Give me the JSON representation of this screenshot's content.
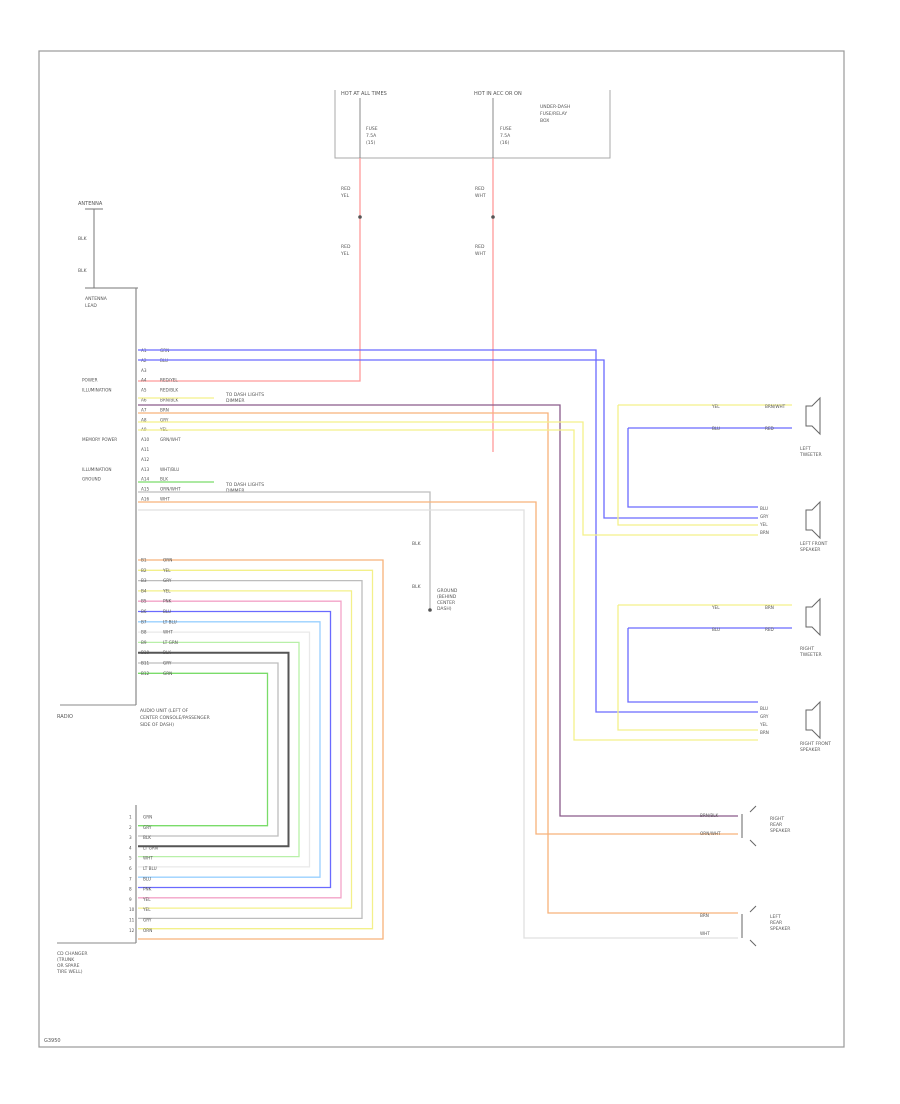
{
  "fuses": [
    {
      "id": "fuse-left",
      "title": "HOT AT ALL TIMES",
      "lines": [
        "FUSE",
        "7.5A",
        "(15)"
      ]
    },
    {
      "id": "fuse-right",
      "title": "HOT IN ACC OR ON",
      "lines": [
        "FUSE",
        "7.5A",
        "(16)"
      ],
      "note": [
        "UNDER-DASH",
        "FUSE/RELAY",
        "BOX"
      ]
    }
  ],
  "fuse_wire_labels": {
    "left_top": [
      "RED",
      "YEL"
    ],
    "left_bottom": [
      "RED",
      "YEL"
    ],
    "right_top": [
      "RED",
      "WHT"
    ],
    "right_bottom": [
      "RED",
      "WHT"
    ]
  },
  "antenna": {
    "title": "ANTENNA",
    "wire1": "BLK",
    "wire2": "BLK",
    "label": [
      "ANTENNA",
      "LEAD"
    ]
  },
  "radio_pins": [
    {
      "pin": "A1",
      "wire": "GRN",
      "func": ""
    },
    {
      "pin": "A2",
      "wire": "BLU",
      "func": ""
    },
    {
      "pin": "A3",
      "wire": "",
      "func": ""
    },
    {
      "pin": "A4",
      "wire": "RED/YEL",
      "func": "POWER"
    },
    {
      "pin": "A5",
      "wire": "RED/BLK",
      "func": "ILLUMINATION"
    },
    {
      "pin": "A6",
      "wire": "BRN/BLK",
      "func": ""
    },
    {
      "pin": "A7",
      "wire": "BRN",
      "func": ""
    },
    {
      "pin": "A8",
      "wire": "GRY",
      "func": ""
    },
    {
      "pin": "A9",
      "wire": "YEL",
      "func": ""
    },
    {
      "pin": "A10",
      "wire": "GRN/WHT",
      "func": "MEMORY POWER"
    },
    {
      "pin": "A11",
      "wire": "",
      "func": ""
    },
    {
      "pin": "A12",
      "wire": "",
      "func": ""
    },
    {
      "pin": "A13",
      "wire": "WHT/BLU",
      "func": "ILLUMINATION"
    },
    {
      "pin": "A14",
      "wire": "BLK",
      "func": "GROUND"
    },
    {
      "pin": "A15",
      "wire": "ORN/WHT",
      "func": ""
    },
    {
      "pin": "A16",
      "wire": "WHT",
      "func": ""
    }
  ],
  "illum_notes": [
    [
      "TO DASH LIGHTS",
      "DIMMER"
    ],
    [
      "TO DASH LIGHTS",
      "DIMMER"
    ]
  ],
  "radio_lower_pins": [
    {
      "pin": "B1",
      "wire": "ORN"
    },
    {
      "pin": "B2",
      "wire": "YEL"
    },
    {
      "pin": "B3",
      "wire": "GRY"
    },
    {
      "pin": "B4",
      "wire": "YEL"
    },
    {
      "pin": "B5",
      "wire": "PNK"
    },
    {
      "pin": "B6",
      "wire": "BLU"
    },
    {
      "pin": "B7",
      "wire": "LT BLU"
    },
    {
      "pin": "B8",
      "wire": "WHT"
    },
    {
      "pin": "B9",
      "wire": "LT GRN"
    },
    {
      "pin": "B10",
      "wire": "BLK"
    },
    {
      "pin": "B11",
      "wire": "GRY"
    },
    {
      "pin": "B12",
      "wire": "GRN"
    }
  ],
  "radio_label": {
    "name": "RADIO",
    "desc": [
      "AUDIO UNIT (LEFT OF",
      "CENTER CONSOLE/PASSENGER",
      "SIDE OF DASH)"
    ]
  },
  "ground": {
    "wire1": "BLK",
    "wire2": "BLK",
    "label": [
      "GROUND",
      "(BEHIND",
      "CENTER",
      "DASH)"
    ]
  },
  "speakers": [
    {
      "id": "left-tweeter",
      "label": [
        "LEFT",
        "TWEETER"
      ],
      "wires": [
        [
          "YEL",
          "BRN/WHT"
        ],
        [
          "BLU",
          "RED"
        ]
      ]
    },
    {
      "id": "left-front",
      "label": [
        "LEFT FRONT",
        "SPEAKER"
      ],
      "wires": [
        [
          "BLU"
        ],
        [
          "GRY"
        ],
        [
          "YEL"
        ],
        [
          "BRN"
        ]
      ]
    },
    {
      "id": "right-tweeter",
      "label": [
        "RIGHT",
        "TWEETER"
      ],
      "wires": [
        [
          "YEL",
          "BRN"
        ],
        [
          "BLU",
          "RED"
        ]
      ]
    },
    {
      "id": "right-front",
      "label": [
        "RIGHT FRONT",
        "SPEAKER"
      ],
      "wires": [
        [
          "BLU"
        ],
        [
          "GRY"
        ],
        [
          "YEL"
        ],
        [
          "BRN"
        ]
      ]
    },
    {
      "id": "right-rear",
      "label": [
        "RIGHT",
        "REAR",
        "SPEAKER"
      ],
      "wires": [
        [
          "BRN/BLK"
        ],
        [
          "ORN/WHT"
        ]
      ]
    },
    {
      "id": "left-rear",
      "label": [
        "LEFT",
        "REAR",
        "SPEAKER"
      ],
      "wires": [
        [
          "BRN"
        ],
        [
          "WHT"
        ]
      ]
    }
  ],
  "changer_pins": [
    {
      "pin": "1",
      "wire": "GRN"
    },
    {
      "pin": "2",
      "wire": "GRY"
    },
    {
      "pin": "3",
      "wire": "BLK"
    },
    {
      "pin": "4",
      "wire": "LT GRN"
    },
    {
      "pin": "5",
      "wire": "WHT"
    },
    {
      "pin": "6",
      "wire": "LT BLU"
    },
    {
      "pin": "7",
      "wire": "BLU"
    },
    {
      "pin": "8",
      "wire": "PNK"
    },
    {
      "pin": "9",
      "wire": "YEL"
    },
    {
      "pin": "10",
      "wire": "YEL"
    },
    {
      "pin": "11",
      "wire": "GRY"
    },
    {
      "pin": "12",
      "wire": "ORN"
    }
  ],
  "changer_label": [
    "CD CHANGER",
    "(TRUNK",
    "OR SPARE",
    "TIRE WELL)"
  ],
  "footer_code": "G3950",
  "colors": {
    "red": "#ff9a9a",
    "blue": "#6a6aff",
    "yellow": "#f3f08a",
    "orange": "#f7b27a",
    "purple": "#8a5a8a",
    "gray": "#bdbdbd",
    "darkgray": "#555555",
    "green": "#7adc6a",
    "cyan": "#8ef0f0",
    "pink": "#f3a3c8",
    "white": "#e9e9e9",
    "ltblue": "#9ad0ff",
    "ltgreen": "#b8f0a8"
  }
}
